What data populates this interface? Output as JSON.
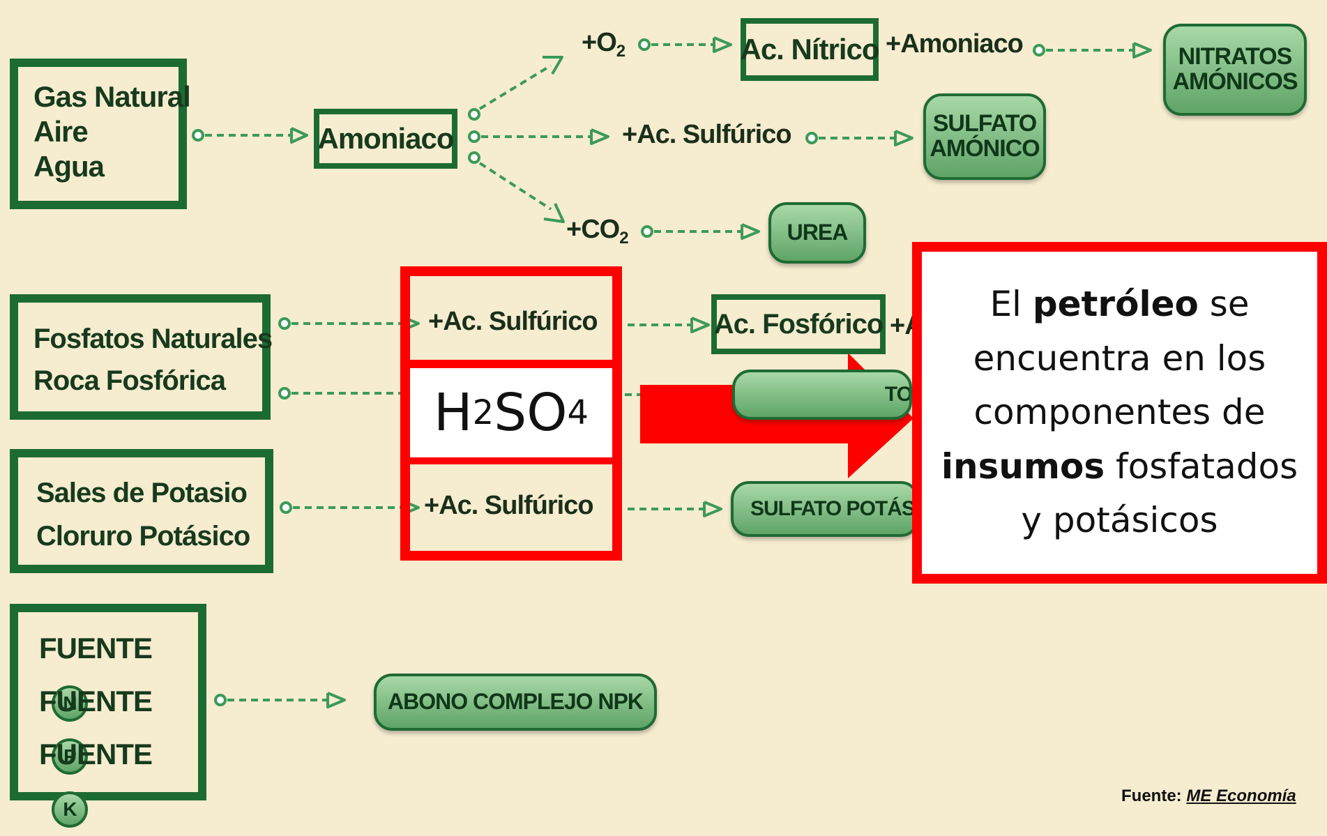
{
  "sources": {
    "n": [
      "Gas Natural",
      "Aire",
      "Agua"
    ],
    "p": [
      "Fosfatos Naturales",
      "Roca Fosfórica"
    ],
    "k": [
      "Sales de Potasio",
      "Cloruro Potásico"
    ],
    "npk": {
      "fuente": "FUENTE",
      "letters": [
        "N",
        "P",
        "K"
      ]
    }
  },
  "intermediates": {
    "amoniaco": "Amoniaco",
    "ac_nitrico": "Ac. Nítrico",
    "ac_fosforico": "Ac. Fosfórico"
  },
  "reagents": {
    "o2_prefix": "+O",
    "o2_sub": "2",
    "amoniaco": "+Amoniaco",
    "ac_sulfurico": "+Ac. Sulfúrico",
    "co2_prefix": "+CO",
    "co2_sub": "2",
    "ac_sulfurico_p": "+Ac. Sulfúrico",
    "ac_fosforico_partial": "+A",
    "ac_sulfurico_k": "+Ac. Sulfúrico"
  },
  "products": {
    "nitratos": [
      "NITRATOS",
      "AMÓNICOS"
    ],
    "sulfato_amonico": [
      "SULFATO",
      "AMÓNICO"
    ],
    "urea": "UREA",
    "p_partial": "TO",
    "sulfato_potasico_partial": "SULFATO POTÁS",
    "abono": "ABONO COMPLEJO NPK"
  },
  "overlay": {
    "formula": {
      "h": "H",
      "h_sub": "2",
      "so": "SO",
      "so_sub": "4"
    },
    "callout": {
      "p1": "El ",
      "b1": "petróleo",
      "p2": " se encuentra en los componentes de ",
      "b2": "insumos",
      "p3": " fosfatados y potásicos"
    },
    "source_label": "Fuente:",
    "source_value": "ME Economía"
  },
  "colors": {
    "background": "#f6ecd0",
    "box_border": "#1c6b32",
    "pill_fill": "#6fb272",
    "highlight_red": "#ff0000"
  }
}
